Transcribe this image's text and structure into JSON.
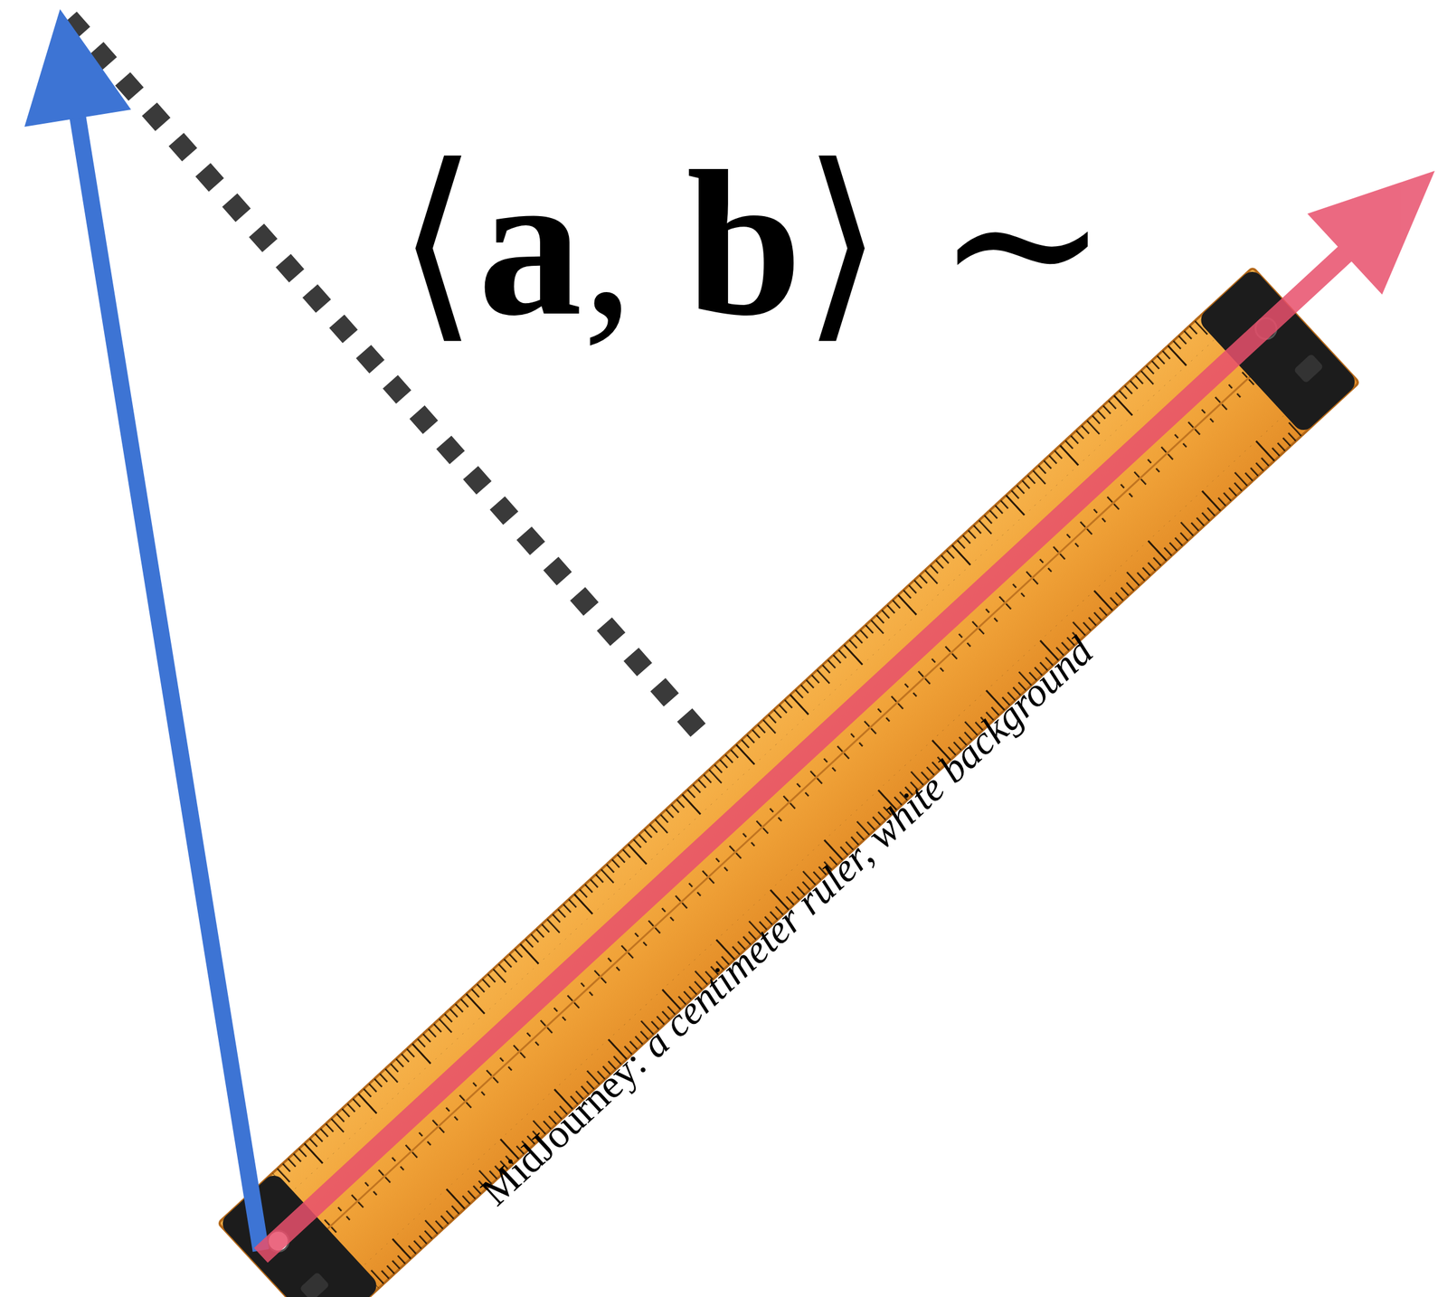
{
  "diagram": {
    "labels": [
      "⟨a, b⟩ ∼",
      "MidJourney:",
      "a centimeter ruler, white background"
    ]
  }
}
